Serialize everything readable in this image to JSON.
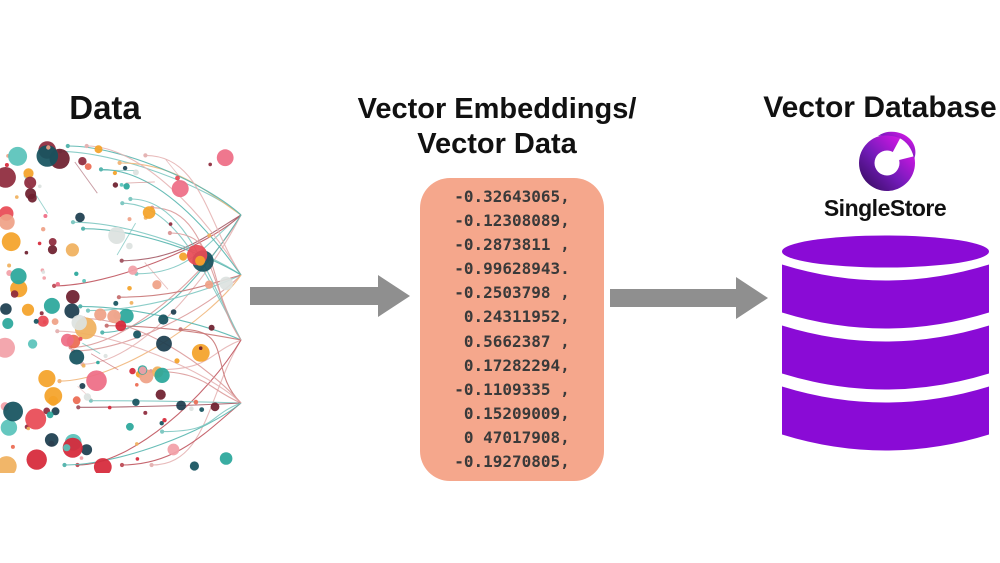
{
  "stages": {
    "data": {
      "title": "Data"
    },
    "embeddings": {
      "title_line1": "Vector Embeddings/",
      "title_line2": "Vector Data",
      "values": [
        "-0.32643065,",
        "-0.12308089,",
        "-0.2873811 ,",
        "-0.99628943.",
        "-0.2503798 ,",
        " 0.24311952,",
        " 0.5662387 ,",
        " 0.17282294,",
        "-0.1109335 ,",
        " 0.15209009,",
        " 0 47017908,",
        "-0.19270805,"
      ]
    },
    "database": {
      "title": "Vector Database",
      "vendor": "SingleStore",
      "logo_gradient": [
        "#2e0a52",
        "#731bba",
        "#c217dd",
        "#e438e0"
      ]
    }
  },
  "colors": {
    "box": "#f5a78c",
    "db": "#8a0bd6",
    "arrow": "#8f8f8f",
    "values_text": "#3a3a3a",
    "title_text": "#111111"
  },
  "scatter": {
    "funnel_y": [
      77,
      137,
      202,
      265
    ],
    "dot_colors": [
      "#e84a55",
      "#d62839",
      "#8e2a3c",
      "#6e1f2e",
      "#f4a329",
      "#f0b05e",
      "#efa187",
      "#2aa79b",
      "#59c3ba",
      "#16535f",
      "#1c3d4f",
      "#ee6d85",
      "#f2a0a8",
      "#dde2e0",
      "#ec6a52"
    ],
    "line_colors": [
      "#dc9b9b",
      "#c97676",
      "#e5b4b4",
      "#58b6af",
      "#7fc8c2",
      "#f1b77c",
      "#a45a66",
      "#c0555f"
    ]
  }
}
